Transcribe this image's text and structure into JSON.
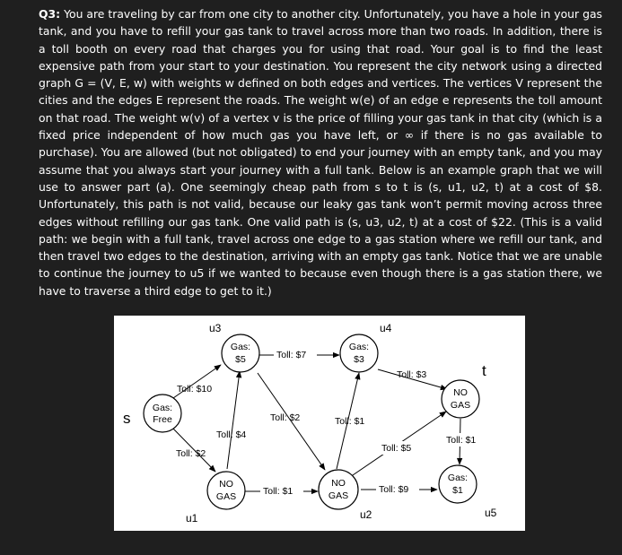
{
  "question": {
    "label": "Q3:",
    "text": " You are traveling by car from one city to another city. Unfortunately, you have a hole in your gas tank, and you have to refill your gas tank to travel across more than two roads. In addition, there is a toll booth on every road that charges you for using that road. Your goal is to find the least expensive path from your start to your destination. You represent the city network using a directed graph G = (V, E, w) with weights w defined on both edges and vertices. The vertices V represent the cities and the edges E represent the roads. The weight w(e) of an edge e represents the toll amount on that road. The weight w(v) of a vertex v is the price of filling your gas tank in that city (which is a fixed price independent of how much gas you have left, or ∞ if there is no gas available to purchase). You are allowed (but not obligated) to end your journey with an empty tank, and you may assume that you always start your journey with a full tank. Below is an example graph that we will use to answer part (a). One seemingly cheap path from s to t is (s, u1, u2, t) at a cost of $8. Unfortunately, this path is not valid, because our leaky gas tank won’t permit moving across three edges without refilling our gas tank. One valid path is (s, u3, u2, t) at a cost of $22. (This is a valid path: we begin with a full tank, travel across one edge to a gas station where we refill our tank, and then travel two edges to the destination, arriving with an empty gas tank. Notice that we are unable to continue the journey to u5 if we wanted to because even though there is a gas station there, we have to traverse a third edge to get to it.)"
  },
  "graph": {
    "nodes": {
      "s": {
        "label": "s",
        "line1": "Gas:",
        "line2": "Free"
      },
      "u3": {
        "label": "u3",
        "line1": "Gas:",
        "line2": "$5"
      },
      "u4": {
        "label": "u4",
        "line1": "Gas:",
        "line2": "$3"
      },
      "t": {
        "label": "t",
        "line1": "NO",
        "line2": "GAS"
      },
      "u1": {
        "label": "u1",
        "line1": "NO",
        "line2": "GAS"
      },
      "u2": {
        "label": "u2",
        "line1": "NO",
        "line2": "GAS"
      },
      "u5": {
        "label": "u5",
        "line1": "Gas:",
        "line2": "$1"
      }
    },
    "edges": {
      "s_u3": "Toll: $10",
      "s_u1": "Toll: $2",
      "u1_u3": "Toll: $4",
      "u3_u4": "Toll: $7",
      "u3_u2": "Toll: $2",
      "u2_u4": "Toll: $1",
      "u4_t": "Toll: $3",
      "u1_u2": "Toll: $1",
      "u2_t": "Toll: $5",
      "u2_u5": "Toll: $9",
      "t_u5": "Toll: $1"
    }
  }
}
